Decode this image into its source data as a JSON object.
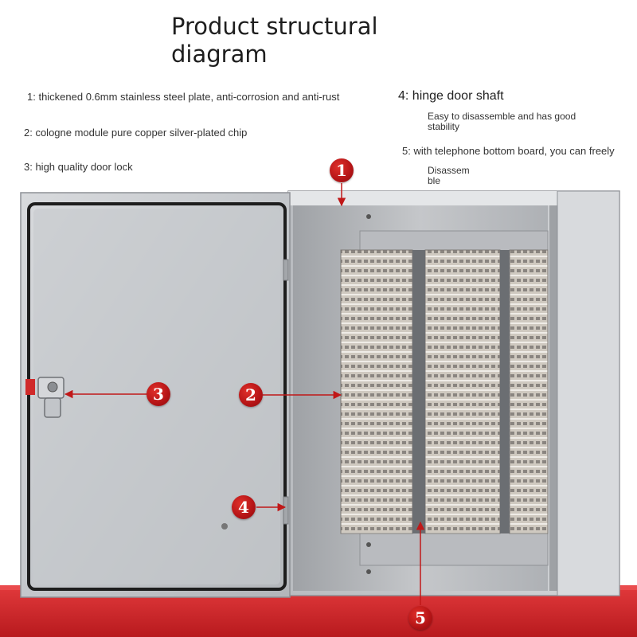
{
  "title": "Product structural diagram",
  "notes": {
    "n1": "1: thickened 0.6mm stainless steel plate, anti-corrosion and anti-rust",
    "n2": "2: cologne module pure copper silver-plated chip",
    "n3": "3: high quality door lock",
    "n4": "4: hinge door shaft",
    "n4_detail": "Easy to disassemble and has good stability",
    "n5": "5: with telephone bottom board, you can freely",
    "n5_detail": "Disassem\nble"
  },
  "markers": {
    "m1": "1",
    "m2": "2",
    "m3": "3",
    "m4": "4",
    "m5": "5"
  },
  "colors": {
    "marker_red": "#b41416",
    "arrow_red": "#c01818",
    "table_red": "#d6262a",
    "steel": "#c9ccd0"
  }
}
